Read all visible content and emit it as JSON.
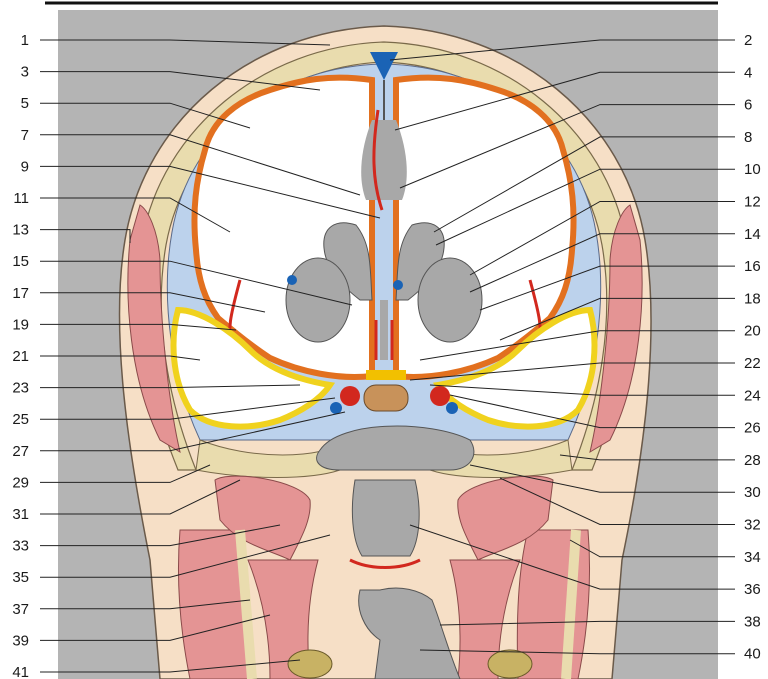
{
  "labels_left": [
    "1",
    "3",
    "5",
    "7",
    "9",
    "11",
    "13",
    "15",
    "17",
    "19",
    "21",
    "23",
    "25",
    "27",
    "29",
    "31",
    "33",
    "35",
    "37",
    "39",
    "41"
  ],
  "labels_right": [
    "2",
    "4",
    "6",
    "8",
    "10",
    "12",
    "14",
    "16",
    "18",
    "20",
    "22",
    "24",
    "26",
    "28",
    "30",
    "32",
    "34",
    "36",
    "38",
    "40"
  ],
  "colors": {
    "background_panel": "#b4b4b4",
    "skin": "#f6dfc6",
    "bone": "#e9dcae",
    "csf": "#bcd2ec",
    "white_matter": "#ffffff",
    "cortex": "#e2701f",
    "ventricle": "#a8a8a8",
    "muscle": "#e49494",
    "artery": "#d2281e",
    "vein": "#1a63b5",
    "cerebellum_cortex": "#f0d21e",
    "nerve": "#f2c000"
  }
}
